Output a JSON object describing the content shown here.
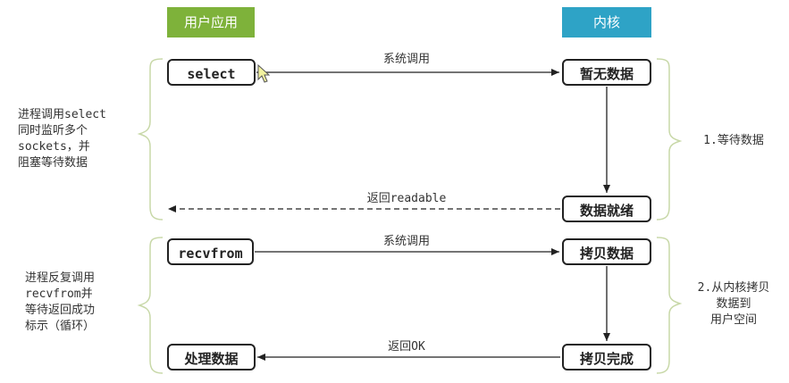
{
  "lanes": {
    "user": "用户应用",
    "kernel": "内核"
  },
  "phase1": {
    "call_box": "select",
    "arrow_call": "系统调用",
    "kernel_wait": "暂无数据",
    "kernel_ready": "数据就绪",
    "arrow_return": "返回readable",
    "left_note": "进程调用select\n同时监听多个\nsockets，并\n阻塞等待数据",
    "right_note": "1.等待数据"
  },
  "phase2": {
    "call_box": "recvfrom",
    "arrow_call": "系统调用",
    "kernel_copy": "拷贝数据",
    "kernel_done": "拷贝完成",
    "arrow_return": "返回OK",
    "process_box": "处理数据",
    "left_note": "进程反复调用\nrecvfrom并\n等待返回成功\n标示（循环）",
    "right_note": "2.从内核拷贝\n数据到\n用户空间"
  },
  "colors": {
    "user_header": "#7eb23a",
    "kernel_header": "#2ea3c6",
    "brace": "#c8d8a8"
  },
  "icons": {
    "cursor": "mouse-cursor-icon"
  }
}
